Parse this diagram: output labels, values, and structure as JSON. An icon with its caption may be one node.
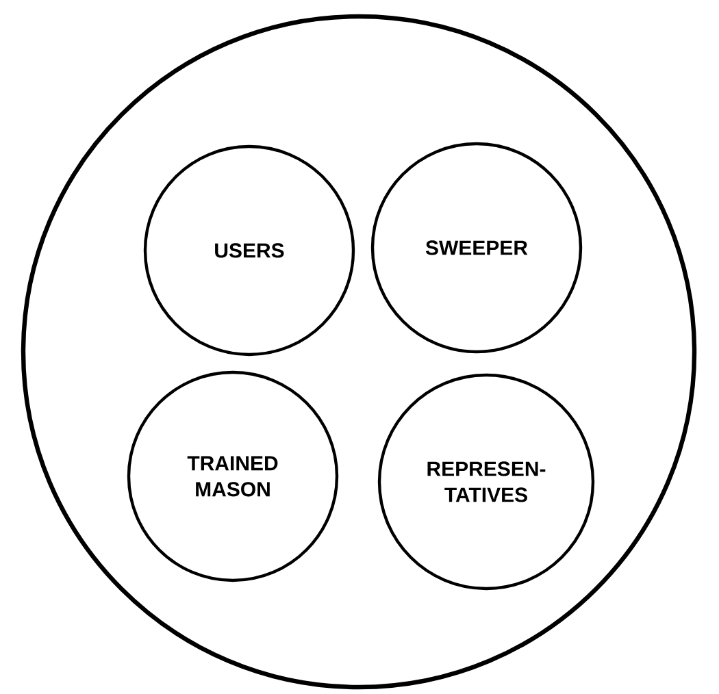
{
  "diagram": {
    "nodes": [
      {
        "text": [],
        "shape": "circle"
      },
      {
        "text": [
          "USERS"
        ],
        "in": 0
      },
      {
        "text": [
          "SWEEPER"
        ],
        "in": 0
      },
      {
        "text": [
          "TRAINED MASON"
        ],
        "in": 0
      },
      {
        "text": [
          "REPRESEN- TATIVES"
        ],
        "in": 0
      }
    ],
    "edges": []
  }
}
